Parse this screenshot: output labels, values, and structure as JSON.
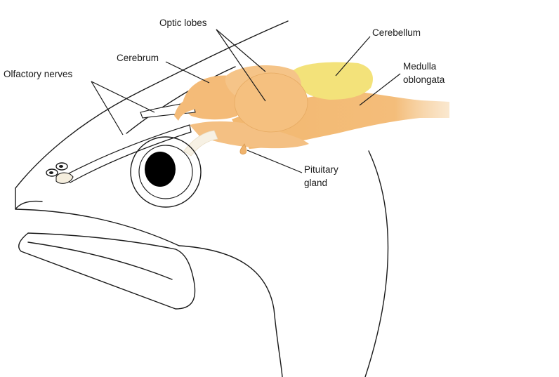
{
  "labels": {
    "olfactory_nerves": "Olfactory nerves",
    "cerebrum": "Cerebrum",
    "optic_lobes": "Optic lobes",
    "cerebellum": "Cerebellum",
    "medulla_line1": "Medulla",
    "medulla_line2": "oblongata",
    "pituitary_line1": "Pituitary",
    "pituitary_line2": "gland"
  },
  "colors": {
    "brain_orange": "#f2b870",
    "brain_light": "#f7c98a",
    "lobe_fill": "#f5c07f",
    "cerebellum_yellow": "#f3e27a",
    "outline": "#1a1a1a",
    "eye_pupil": "#000000"
  }
}
